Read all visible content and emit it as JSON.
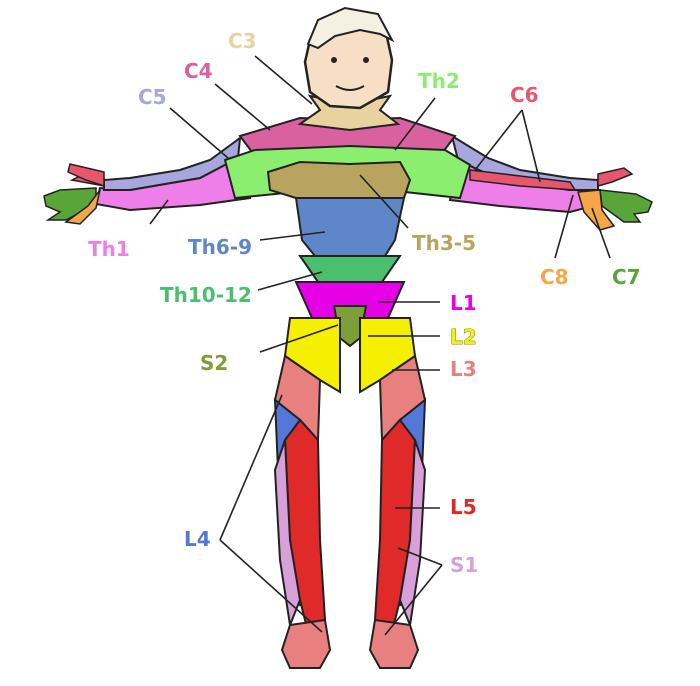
{
  "title": "",
  "labels": {
    "c3": "C3",
    "c4": "C4",
    "c5": "C5",
    "c6": "C6",
    "c7": "C7",
    "c8": "C8",
    "th1": "Th1",
    "th2": "Th2",
    "th35": "Th3-5",
    "th69": "Th6-9",
    "th1012": "Th10-12",
    "l1": "L1",
    "l2": "L2",
    "l3": "L3",
    "l4": "L4",
    "l5": "L5",
    "s1": "S1",
    "s2": "S2"
  },
  "colors": {
    "C3": "#e8d3a0",
    "C4": "#d9619f",
    "C5": "#a7a6dd",
    "C6": "#e8566e",
    "C7": "#5aa53a",
    "C8": "#f5a54a",
    "Th1": "#ee7fe8",
    "Th2": "#8cee6e",
    "Th3-5": "#b8a45e",
    "Th6-9": "#5f86c9",
    "Th10-12": "#4cbf6e",
    "L1": "#e600e6",
    "L2": "#f4f000",
    "L3": "#e88080",
    "L4": "#5578d8",
    "L5": "#e02a2a",
    "S1": "#d8a0d8",
    "S2": "#7e9e3a"
  }
}
